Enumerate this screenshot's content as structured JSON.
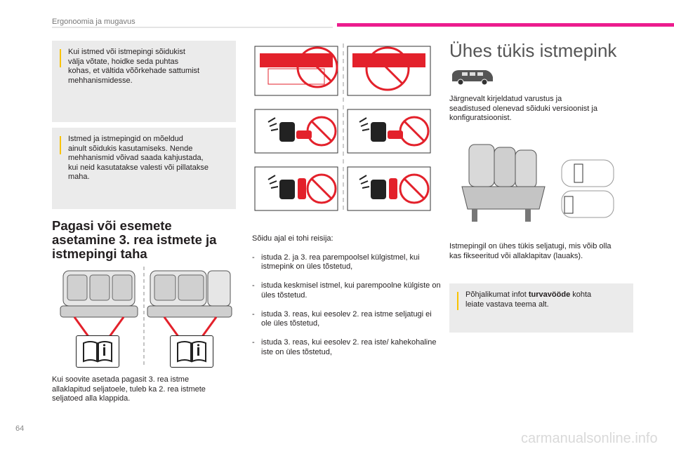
{
  "header": {
    "section_title": "Ergonoomia ja mugavus",
    "accent_color": "#ec1c8e"
  },
  "page": {
    "number": "64"
  },
  "notes": [
    {
      "text": "Kui istmed või istmepingi sõidukist\nvälja võtate, hoidke seda puhtas\nkohas, et vältida võõrkehade sattumist\nmehhanismidesse."
    },
    {
      "text": "Istmed ja istmepingid on mõeldud\nainult sõidukis kasutamiseks. Nende\nmehhanismid võivad saada kahjustada,\nkui neid kasutatakse valesti või pillatakse\nmaha."
    },
    {
      "prefix": "Põhjalikumat infot ",
      "bold": "turvavööde",
      "suffix": " kohta\nleiate vastava teema alt."
    }
  ],
  "left_column": {
    "heading": "Pagasi või esemete\nasetamine 3. rea istmete ja\nistmepingi taha",
    "body": "Kui soovite asetada pagasit 3. rea istme\nallaklapitud seljatoele, tuleb ka 2. rea istmete\nseljatoed alla klappida."
  },
  "middle_column": {
    "intro": "Sõidu ajal ei tohi reisija:",
    "items": [
      "istuda 2. ja 3. rea parempoolsel külgistmel, kui istmepink on üles tõstetud,",
      "istuda keskmisel istmel, kui parempoolne külgiste on üles tõstetud.",
      "istuda 3. reas, kui eesolev 2. rea istme seljatugi ei ole üles tõstetud,",
      "istuda 3. reas, kui eesolev 2. rea iste/ kahekohaline iste on üles tõstetud,"
    ]
  },
  "right_column": {
    "title": "Ühes tükis istmepink",
    "intro": "Järgnevalt kirjeldatud varustus ja\nseadistused olenevad sõiduki versioonist ja\nkonfiguratsioonist.",
    "body": "Istmepingil on ühes tükis seljatugi, mis võib olla\nkas fikseeritud või allaklapitav (lauaks)."
  },
  "watermark": "carmanualsonline.info",
  "colors": {
    "note_bar": "#f9c300",
    "prohibited_red": "#e3212b",
    "note_bg": "#ebebeb"
  }
}
